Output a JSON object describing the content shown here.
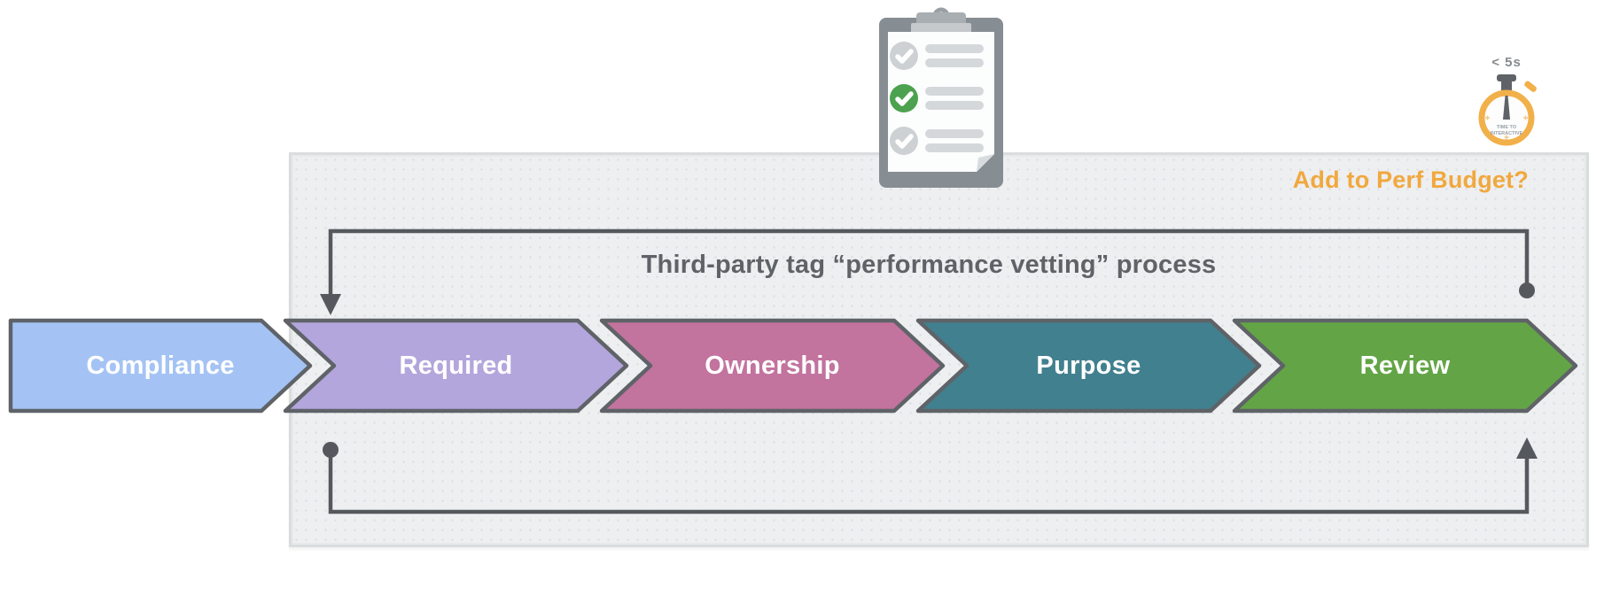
{
  "title": "Third-party tag “performance vetting” process",
  "perf_budget": {
    "label": "Add to Perf Budget?",
    "color": "#F1A83E"
  },
  "flow": {
    "steps": [
      {
        "label": "Compliance",
        "color": "#A4C3F4"
      },
      {
        "label": "Required",
        "color": "#B3A6DC"
      },
      {
        "label": "Ownership",
        "color": "#C2739E"
      },
      {
        "label": "Purpose",
        "color": "#41808F"
      },
      {
        "label": "Review",
        "color": "#63A546"
      }
    ],
    "outline_color": "#5F6368",
    "loop_color": "#55595D"
  },
  "stopwatch": {
    "label": "< 5s",
    "dial_line1": "TIME TO",
    "dial_line2": "INTERACTIVE",
    "ring_color": "#F2B04A",
    "hand_color": "#5F6368"
  },
  "clipboard": {
    "check_colors": [
      "#CDD1D4",
      "#4CA24E",
      "#CDD1D4"
    ],
    "check_states": [
      "muted",
      "done",
      "muted"
    ]
  }
}
